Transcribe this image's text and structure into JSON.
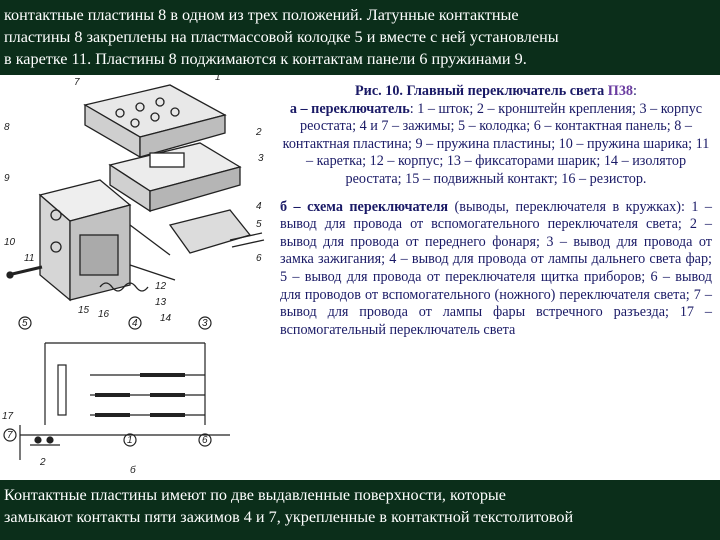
{
  "top_text": {
    "line1": "контактные пластины 8 в одном из трех положений. Латунные контактные",
    "line2": "пластины 8 закреплены на пластмассовой колодке 5 и вместе с ней установлены",
    "line3": "в каретке 11. Пластины 8 поджимаются к контактам панели 6 пружинами 9."
  },
  "caption": {
    "fig_label": "Рис. 10.",
    "fig_name": "Главный переключатель света",
    "fig_code": "П38",
    "fig_colon": ":",
    "part_a_label": "а – переключатель",
    "part_a_text": ": 1 – шток; 2 – кронштейн крепления; 3 – корпус реостата; 4 и 7 – зажимы; 5 – колодка; 6 – контактная панель; 8 – контактная пластина; 9 – пружина пластины; 10 – пружина шарика; 11 – каретка; 12 – корпус; 13 – фиксаторами шарик; 14 – изолятор реостата; 15 – подвижный контакт; 16 – резистор.",
    "part_b_label": "б – схема переключателя",
    "part_b_text": " (выводы, переключателя в кружках): 1 – вывод для провода от вспомогательного переключателя света; 2 – вывод для провода от переднего фонаря; 3 – вывод для провода от замка зажигания; 4 – вывод для провода от лампы дальнего света фар; 5 – вывод для провода от переключателя щитка приборов; 6 – вывод для проводов от вспомогательного (ножного) переключателя света; 7 – вывод для провода от лампы фары встречного разъезда; 17 – вспомогательный переключатель света"
  },
  "figure": {
    "callouts_top": [
      "7",
      "8",
      "9",
      "10",
      "11",
      "12",
      "13",
      "14",
      "15",
      "16"
    ],
    "callouts_side": [
      "1",
      "2",
      "3",
      "4",
      "5",
      "6"
    ],
    "schema_terminals": [
      "5",
      "4",
      "3",
      "1",
      "6",
      "2",
      "7",
      "17"
    ],
    "schema_label": "б"
  },
  "bottom_text": {
    "line1": "Контактные пластины имеют по две выдавленные поверхности, которые",
    "line2": "замыкают контакты пяти зажимов 4 и 7, укрепленные в контактной текстолитовой"
  },
  "colors": {
    "background": "#0b2e1a",
    "caption_text": "#1a1a66",
    "code_accent": "#6a3ca0"
  }
}
